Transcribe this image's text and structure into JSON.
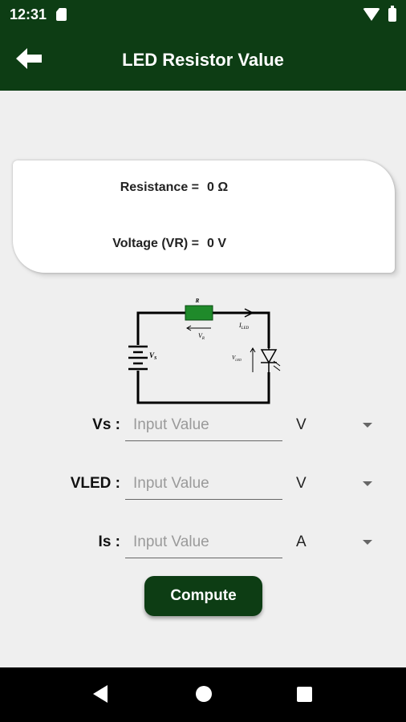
{
  "status_bar": {
    "time": "12:31",
    "icons": [
      "sd-card-icon",
      "wifi-icon",
      "battery-icon"
    ]
  },
  "app_bar": {
    "title": "LED Resistor Value",
    "back_icon": "arrow-left-icon"
  },
  "results": {
    "resistance_label": "Resistance =",
    "resistance_value": "0 Ω",
    "voltage_label": "Voltage (VR) =",
    "voltage_value": "0 V"
  },
  "circuit": {
    "r_label": "R",
    "vr_label": "V",
    "vr_sub": "R",
    "iled_label": "I",
    "iled_sub": "LED",
    "vled_label": "V",
    "vled_sub": "LED",
    "vs_label": "V",
    "vs_sub": "S"
  },
  "form": {
    "fields": [
      {
        "label": "Vs :",
        "placeholder": "Input Value",
        "value": "",
        "unit": "V"
      },
      {
        "label": "VLED :",
        "placeholder": "Input Value",
        "value": "",
        "unit": "V"
      },
      {
        "label": "Is :",
        "placeholder": "Input Value",
        "value": "",
        "unit": "A"
      }
    ],
    "compute_label": "Compute"
  },
  "colors": {
    "primary": "#0d3d14",
    "background": "#efefef",
    "resistor": "#1f8a2a"
  }
}
